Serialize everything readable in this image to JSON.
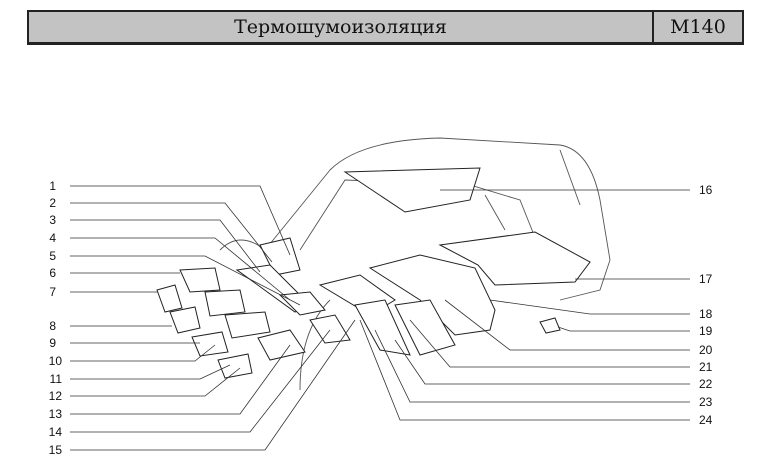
{
  "header": {
    "title": "Термошумоизоляция",
    "code": "M140"
  },
  "diagram": {
    "left_labels": [
      "1",
      "2",
      "3",
      "4",
      "5",
      "6",
      "7",
      "8",
      "9",
      "10",
      "11",
      "12",
      "13",
      "14",
      "15"
    ],
    "right_labels": [
      "16",
      "17",
      "18",
      "19",
      "20",
      "21",
      "22",
      "23",
      "24"
    ]
  }
}
